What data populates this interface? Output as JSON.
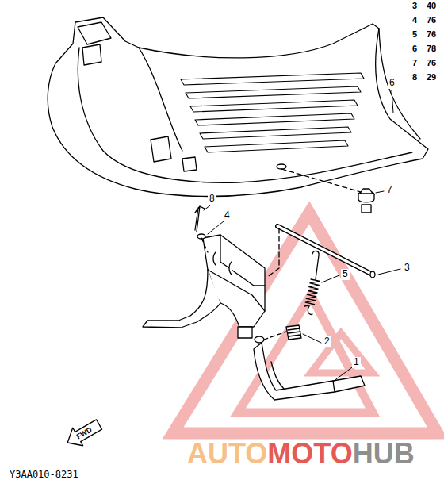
{
  "diagram": {
    "labels": [
      "3",
      "40",
      "4",
      "76",
      "5",
      "76",
      "6",
      "78",
      "7",
      "76",
      "8",
      "29",
      "6",
      "7",
      "8",
      "4",
      "3",
      "5",
      "2",
      "1",
      "FWD",
      "Y3AA010-8231",
      "AUTO",
      "MOTO",
      "HUB"
    ]
  }
}
